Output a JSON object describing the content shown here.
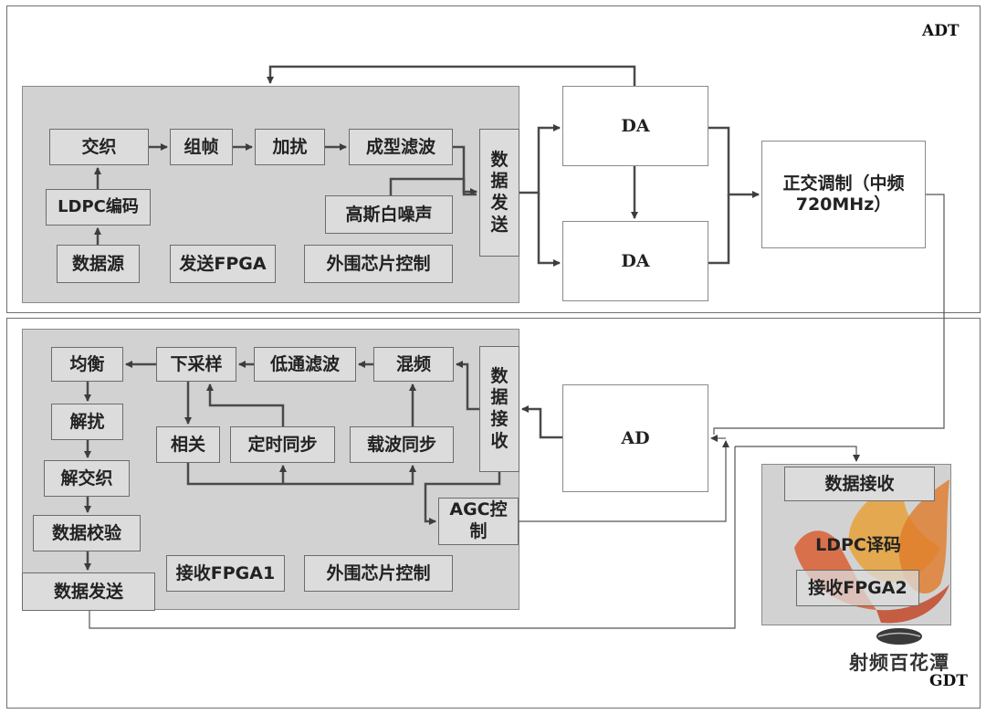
{
  "adt": {
    "label": "ADT",
    "tx_fpga": {
      "jiaozhi": "交织",
      "zuzhen": "组帧",
      "jiarao": "加扰",
      "chengxing": "成型滤波",
      "ldpc_encode": "LDPC编码",
      "gauss_noise": "高斯白噪声",
      "data_source": "数据源",
      "tx_fpga_label": "发送FPGA",
      "periph_ctrl": "外围芯片控制",
      "data_send": "数\n据\n发\n送"
    },
    "da_top": "DA",
    "da_bottom": "DA",
    "iq_mod": "正交调制（中频720MHz）"
  },
  "gdt": {
    "label": "GDT",
    "rx_fpga1": {
      "junheng": "均衡",
      "xiacaiyang": "下采样",
      "ditong": "低通滤波",
      "hunpin": "混频",
      "data_recv": "数\n据\n接\n收",
      "jierao": "解扰",
      "xiangguan": "相关",
      "dingshi": "定时同步",
      "zaibo": "载波同步",
      "jiejiaozhi": "解交织",
      "agc": "AGC控\n制",
      "jiaoyan": "数据校验",
      "rx_fpga1_label": "接收FPGA1",
      "periph_ctrl": "外围芯片控制",
      "data_send": "数据发送"
    },
    "ad": "AD",
    "rx_fpga2": {
      "data_recv": "数据接收",
      "ldpc_decode": "LDPC译码",
      "label": "接收FPGA2"
    }
  },
  "watermark": "射频百花潭",
  "colors": {
    "panel": "#d2d2d2",
    "box": "#dcdcdc",
    "arrow": "#4a4a4a"
  }
}
